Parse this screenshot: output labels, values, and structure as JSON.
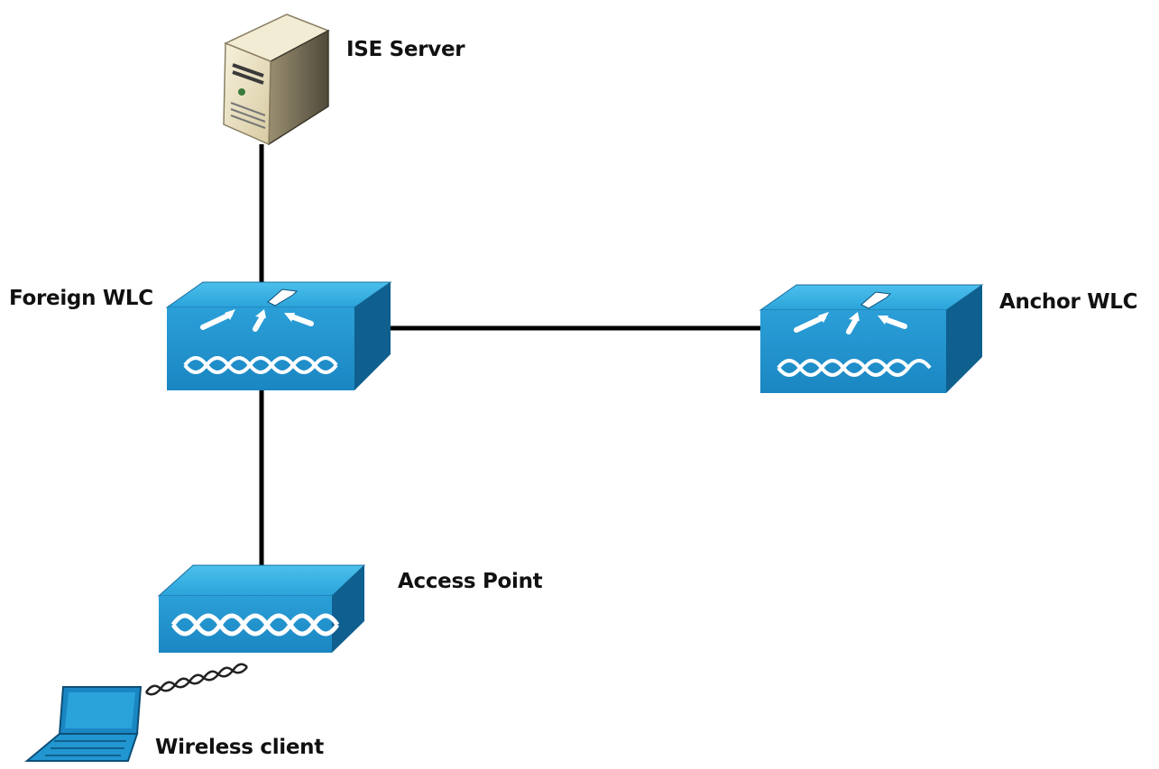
{
  "nodes": {
    "ise_server": {
      "label": "ISE Server"
    },
    "foreign_wlc": {
      "label": "Foreign WLC"
    },
    "anchor_wlc": {
      "label": "Anchor WLC"
    },
    "access_point": {
      "label": "Access Point"
    },
    "wireless_client": {
      "label": "Wireless client"
    }
  },
  "links": [
    {
      "from": "ise_server",
      "to": "foreign_wlc",
      "type": "wired"
    },
    {
      "from": "foreign_wlc",
      "to": "anchor_wlc",
      "type": "wired"
    },
    {
      "from": "foreign_wlc",
      "to": "access_point",
      "type": "wired"
    },
    {
      "from": "access_point",
      "to": "wireless_client",
      "type": "wireless"
    }
  ],
  "colors": {
    "device_top": "#35aee0",
    "device_front": "#1e8fc8",
    "device_side": "#0f5f8f",
    "server_body": "#e6dcbe",
    "link": "#000000"
  },
  "icons": {
    "ise_server": "server-icon",
    "foreign_wlc": "wlc-icon",
    "anchor_wlc": "wlc-icon",
    "access_point": "access-point-icon",
    "wireless_client": "laptop-icon"
  }
}
